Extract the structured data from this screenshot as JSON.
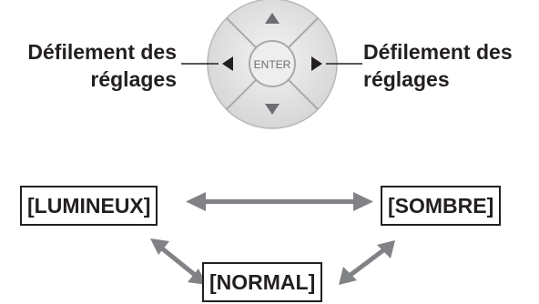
{
  "scroll_label_left": {
    "line1": "Défilement des",
    "line2": "réglages"
  },
  "scroll_label_right": {
    "line1": "Défilement des",
    "line2": "réglages"
  },
  "remote": {
    "center_label": "ENTER"
  },
  "modes": {
    "lumineux": "[LUMINEUX]",
    "sombre": "[SOMBRE]",
    "normal": "[NORMAL]"
  },
  "colors": {
    "pad_outer": "#e3e3e3",
    "pad_ring": "#a7a9ac",
    "arrow": "#231f20",
    "cycle_arrow": "#7a7a7a",
    "text": "#231f20"
  }
}
